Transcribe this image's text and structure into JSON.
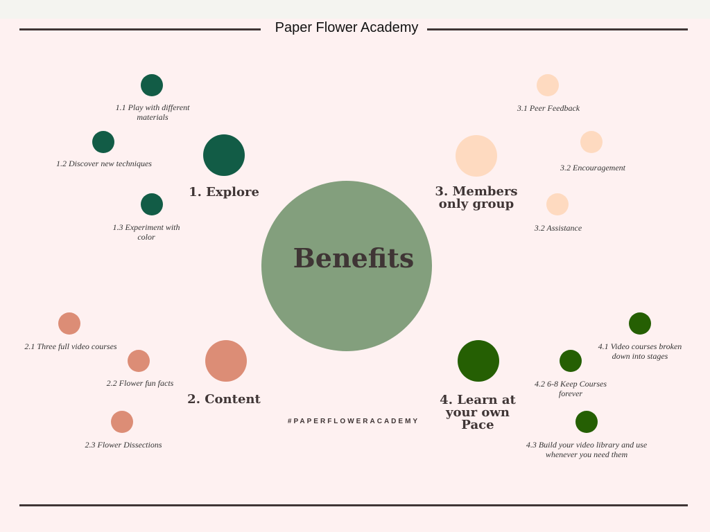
{
  "header": {
    "title": "Paper Flower Academy"
  },
  "center": {
    "label": "Benefits"
  },
  "hashtag": "#PAPERFLOWERACADEMY",
  "colors": {
    "explore": "#125c46",
    "content": "#dc8d76",
    "members": "#fedac0",
    "pace": "#255f03",
    "center": "#839f7d",
    "background": "#fef1f1",
    "text": "#3f3535"
  },
  "categories": {
    "explore": {
      "label": "1. Explore",
      "items": [
        "1.1 Play with different materials",
        "1.2 Discover new techniques",
        "1.3 Experiment with color"
      ]
    },
    "content": {
      "label": "2. Content",
      "items": [
        "2.1  Three full video courses",
        "2.2 Flower fun facts",
        "2.3 Flower Dissections"
      ]
    },
    "members": {
      "label": "3. Members only group",
      "items": [
        "3.1 Peer Feedback",
        "3.2 Encouragement",
        "3.2 Assistance"
      ]
    },
    "pace": {
      "label": "4. Learn at your own Pace",
      "items": [
        "4.1 Video courses broken down into stages",
        "4.2 6-8 Keep Courses forever",
        "4.3 Build your video library and use whenever you need them"
      ]
    }
  }
}
